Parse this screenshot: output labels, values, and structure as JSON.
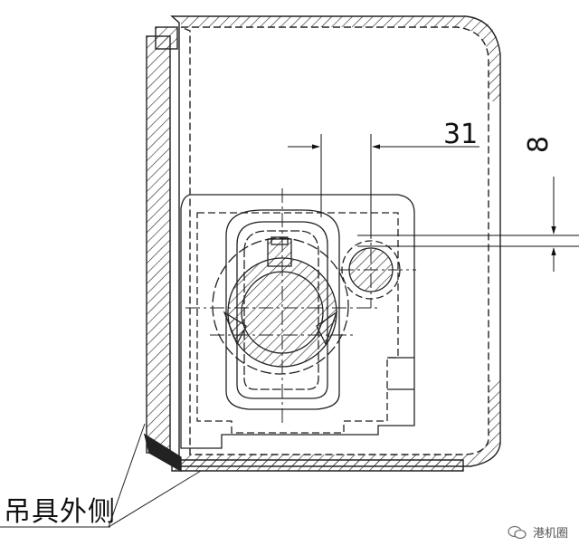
{
  "dimensions": {
    "horizontal": "31",
    "vertical": "8"
  },
  "callout_label": "吊具外侧",
  "watermark": {
    "text": "港机圈",
    "icon": "wechat-icon"
  }
}
